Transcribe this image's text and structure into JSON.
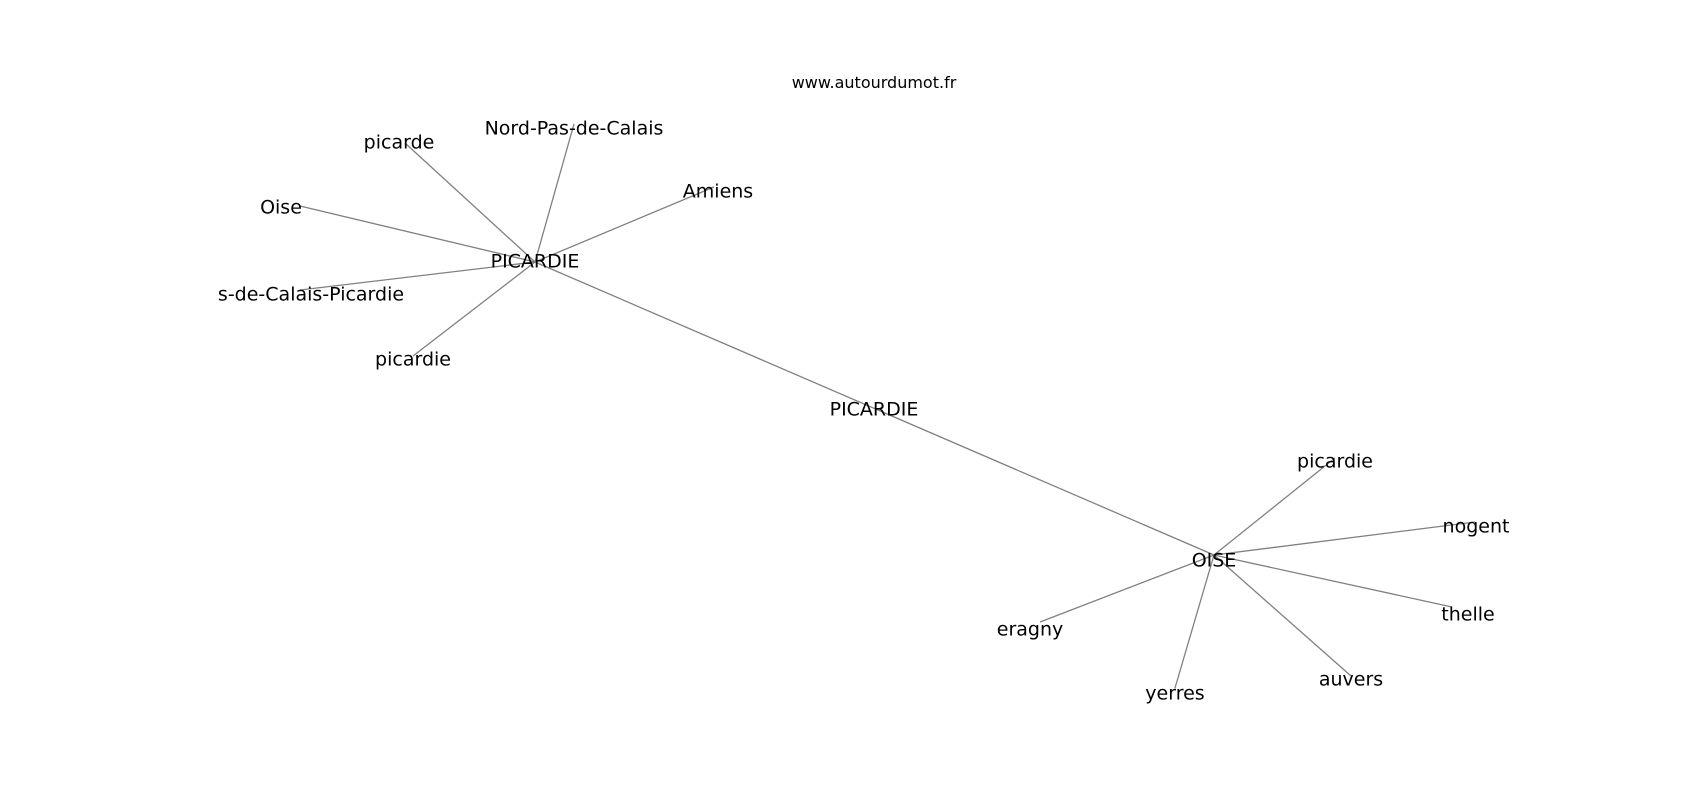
{
  "watermark": "www.autourdumot.fr",
  "graph": {
    "nodes": [
      {
        "id": "center",
        "label": "PICARDIE"
      },
      {
        "id": "hub-picardie",
        "label": "PICARDIE"
      },
      {
        "id": "hub-oise",
        "label": "OISE"
      },
      {
        "id": "p-picarde",
        "label": "picarde"
      },
      {
        "id": "p-nord",
        "label": "Nord-Pas-de-Calais"
      },
      {
        "id": "p-amiens",
        "label": "Amiens"
      },
      {
        "id": "p-oise",
        "label": "Oise"
      },
      {
        "id": "p-npdc-picardie",
        "label": "s-de-Calais-Picardie"
      },
      {
        "id": "p-picardie",
        "label": "picardie"
      },
      {
        "id": "o-picardie",
        "label": "picardie"
      },
      {
        "id": "o-nogent",
        "label": "nogent"
      },
      {
        "id": "o-thelle",
        "label": "thelle"
      },
      {
        "id": "o-auvers",
        "label": "auvers"
      },
      {
        "id": "o-yerres",
        "label": "yerres"
      },
      {
        "id": "o-eragny",
        "label": "eragny"
      }
    ],
    "edges": [
      [
        "hub-picardie",
        "hub-oise"
      ],
      [
        "hub-picardie",
        "p-picarde"
      ],
      [
        "hub-picardie",
        "p-nord"
      ],
      [
        "hub-picardie",
        "p-amiens"
      ],
      [
        "hub-picardie",
        "p-oise"
      ],
      [
        "hub-picardie",
        "p-npdc-picardie"
      ],
      [
        "hub-picardie",
        "p-picardie"
      ],
      [
        "hub-oise",
        "o-picardie"
      ],
      [
        "hub-oise",
        "o-nogent"
      ],
      [
        "hub-oise",
        "o-thelle"
      ],
      [
        "hub-oise",
        "o-auvers"
      ],
      [
        "hub-oise",
        "o-yerres"
      ],
      [
        "hub-oise",
        "o-eragny"
      ]
    ]
  }
}
